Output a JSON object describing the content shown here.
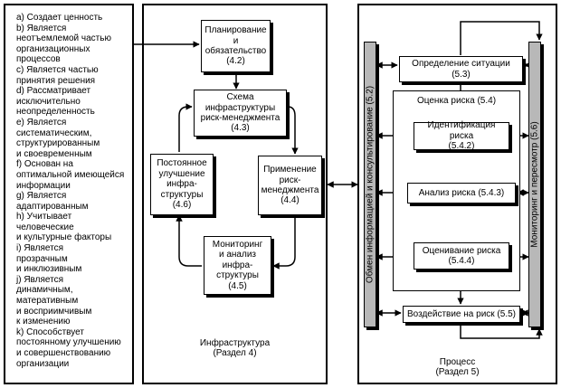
{
  "principles": {
    "text": "a) Создает ценность\nb) Является\nнеотъемлемой частью\nорганизационных\nпроцессов\nc) Является частью\nпринятия решения\nd) Рассматривает\nисключительно\nнеопределенность\ne) Является\nсистематическим,\nструктурированным\nи своевременным\nf) Основан на\nоптимальной имеющейся\nинформации\ng) Является\nадаптированным\nh) Учитывает\nчеловеческие\nи культурные факторы\ni) Является\nпрозрачным\nи инклюзивным\nj) Является\nдинамичным,\nматеративным\nи восприимчивым\nк изменению\nk) Способствует\nпостоянному улучшению\nи совершенствованию\nорганизации"
  },
  "framework": {
    "caption": "Инфраструктура\n(Раздел 4)",
    "planning": "Планирование\nи\nобязательство\n(4.2)",
    "scheme": "Схема\nинфраструктуры\nриск-менеджмента\n(4.3)",
    "improvement": "Постоянное\nулучшение\nинфра-\nструктуры\n(4.6)",
    "application": "Применение\nриск-\nменеджмента\n(4.4)",
    "monitoring": "Мониторинг\nи анализ\nинфра-\nструктуры\n(4.5)"
  },
  "process": {
    "caption": "Процесс\n(Раздел 5)",
    "communication": "Обмен информацией и консультирование (5.2)",
    "review": "Мониторинг и пересмотр (5.6)",
    "context": "Определение ситуации\n(5.3)",
    "assessment": "Оценка риска (5.4)",
    "identification": "Идентификация риска\n(5.4.2)",
    "analysis": "Анализ риска (5.4.3)",
    "evaluation": "Оценивание риска\n(5.4.4)",
    "treatment": "Воздействие на риск (5.5)"
  }
}
